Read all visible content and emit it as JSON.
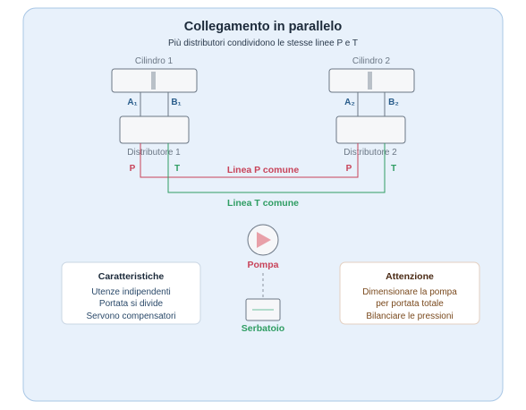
{
  "title": "Collegamento in parallelo",
  "subtitle": "Più distributori condividono le stesse linee P e T",
  "cylinders": [
    {
      "label": "Cilindro 1",
      "port_a": "A₁",
      "port_b": "B₁"
    },
    {
      "label": "Cilindro 2",
      "port_a": "A₂",
      "port_b": "B₂"
    }
  ],
  "distributors": [
    {
      "label": "Distributore 1",
      "port_p": "P",
      "port_t": "T"
    },
    {
      "label": "Distributore 2",
      "port_p": "P",
      "port_t": "T"
    }
  ],
  "lines": {
    "p_label": "Linea P comune",
    "t_label": "Linea T comune"
  },
  "pump": {
    "label": "Pompa"
  },
  "tank": {
    "label": "Serbatoio"
  },
  "features": {
    "title": "Caratteristiche",
    "items": [
      "Utenze indipendenti",
      "Portata si divide",
      "Servono compensatori"
    ]
  },
  "warning": {
    "title": "Attenzione",
    "items": [
      "Dimensionare la pompa",
      "per portata totale",
      "Bilanciare le pressioni"
    ]
  },
  "colors": {
    "background": "#e8f1fb",
    "border": "#9fc2e6",
    "title": "#1c2a3a",
    "p_line": "#c8445a",
    "t_line": "#2f9d63",
    "port_a": "#2b5e8c",
    "pump_fill": "#e8a0a8",
    "warning_title": "#6b3b1e",
    "warning_text": "#7a4a1e"
  }
}
